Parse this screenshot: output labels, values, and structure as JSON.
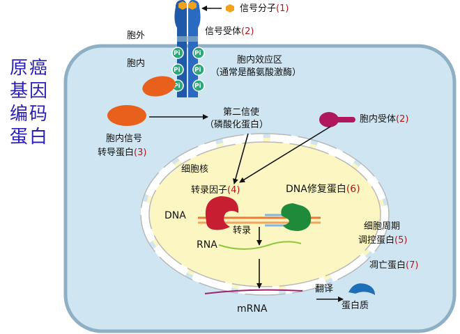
{
  "side_title": {
    "lines": [
      "原癌",
      "基因",
      "编码",
      "蛋白"
    ]
  },
  "labels": {
    "signal_molecule": {
      "text": "信号分子",
      "num": "(1)"
    },
    "signal_receptor": {
      "text": "信号受体",
      "num": "(2)"
    },
    "outside": "胞外",
    "inside": "胞内",
    "effector_line1": "胞内效应区",
    "effector_line2": "（通常是酪氨酸激酶）",
    "second_messenger_line1": "第二信使",
    "second_messenger_line2": "（磷酸化蛋白）",
    "intracellular_receptor": {
      "text": "胞内受体",
      "num": "(2)"
    },
    "transducer_line1": "胞内信号",
    "transducer_line2": {
      "text": "转导蛋白",
      "num": "(3)"
    },
    "nucleus": "细胞核",
    "transcription_factor": {
      "text": "转录因子",
      "num": "(4)"
    },
    "dna_repair": {
      "text": "DNA修复蛋白",
      "num": "(6)"
    },
    "dna": "DNA",
    "transcription": "转录",
    "rna": "RNA",
    "cell_cycle_line1": "细胞周期",
    "cell_cycle_line2": {
      "text": "调控蛋白",
      "num": "(5)"
    },
    "apoptosis": {
      "text": "凋亡蛋白",
      "num": "(7)"
    },
    "mrna": "mRNA",
    "translation": "翻译",
    "protein": "蛋白质",
    "pi": "Pi"
  },
  "colors": {
    "title_blue": "#2a1fb5",
    "number_red": "#b01818",
    "cell_fill": "#cfe6f2",
    "cell_border": "#8fb0c4",
    "nucleus_fill": "#fbf6c2",
    "receptor_blue": "#1f5aa8",
    "signal_orange": "#f0a21a",
    "transducer_orange": "#e8601c",
    "intracellular_receptor_magenta": "#b0185e",
    "transcription_factor_red": "#c81e32",
    "dna_repair_green": "#1f8a3a",
    "protein_blue": "#1f6fb8",
    "pi_green": "#2aa87a",
    "rna_green": "#8ec63f",
    "mrna_purple": "#a0226e"
  }
}
